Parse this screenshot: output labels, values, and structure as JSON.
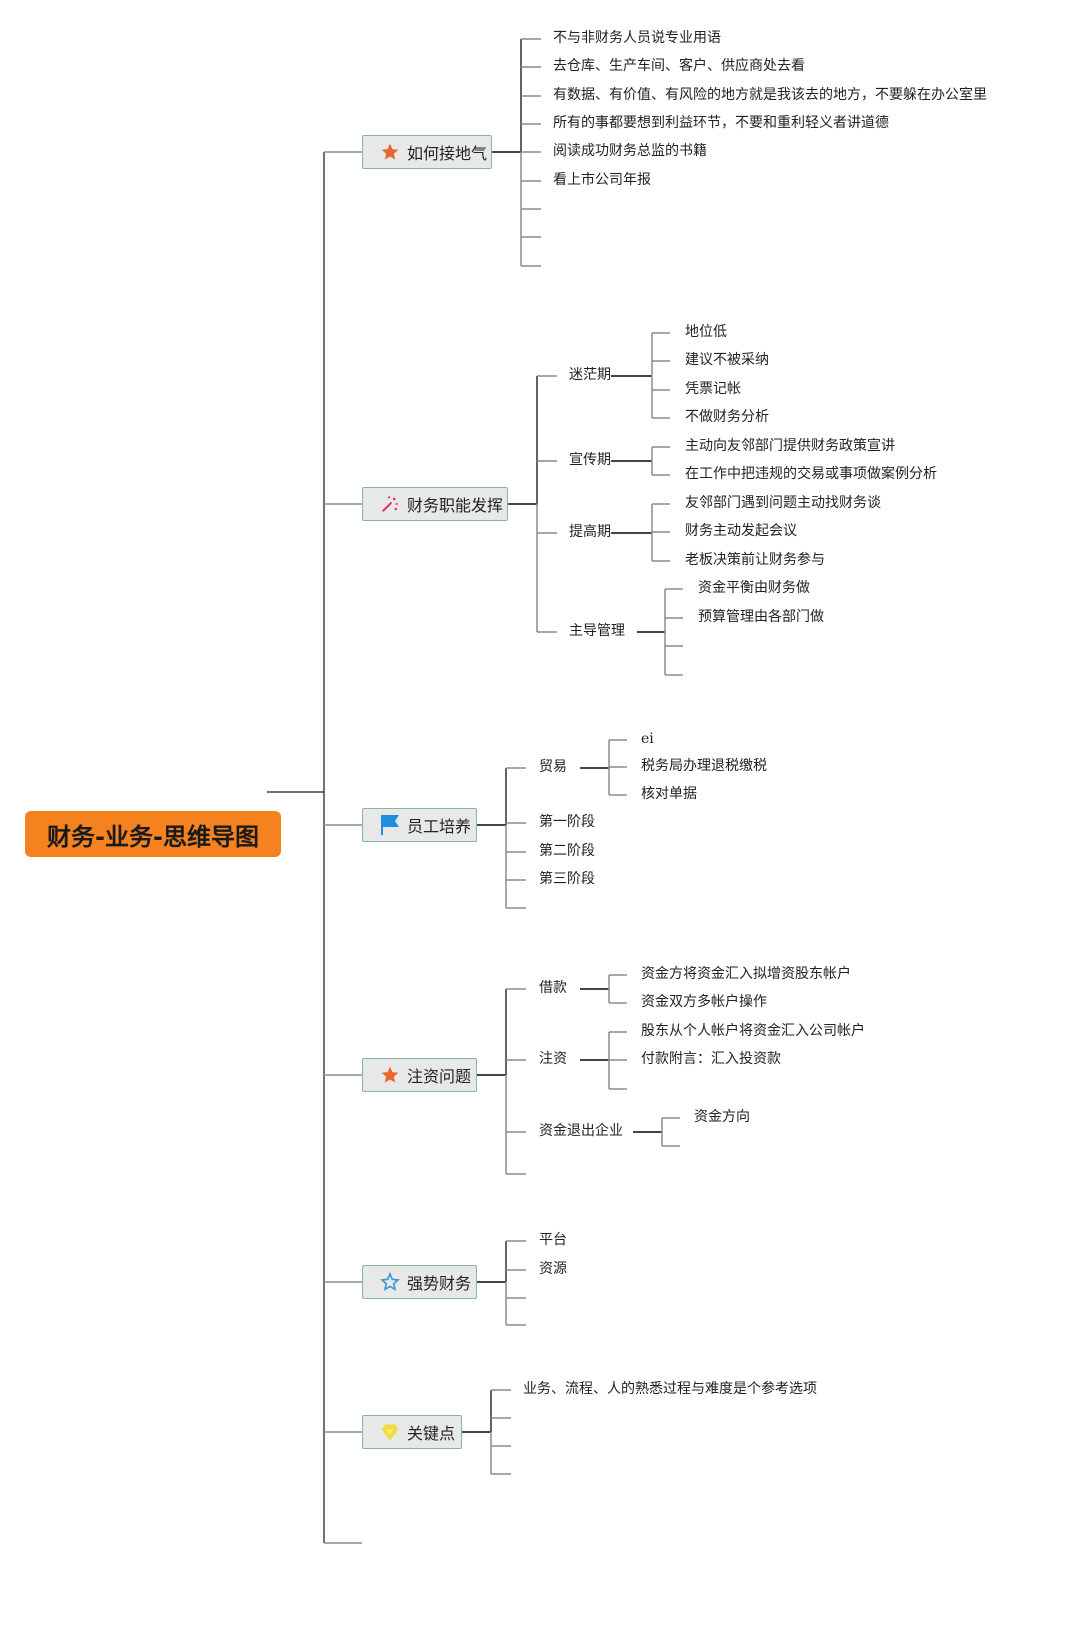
{
  "root": {
    "title": "财务-业务-思维导图",
    "color": "#f4821f"
  },
  "branches": [
    {
      "id": "b1",
      "label": "如何接地气",
      "icon": "star-orange-icon",
      "children": [
        {
          "label": "不与非财务人员说专业用语"
        },
        {
          "label": "去仓库、生产车间、客户、供应商处去看"
        },
        {
          "label": "有数据、有价值、有风险的地方就是我该去的地方，不要躲在办公室里"
        },
        {
          "label": "所有的事都要想到利益环节，不要和重利轻义者讲道德"
        },
        {
          "label": "阅读成功财务总监的书籍"
        },
        {
          "label": "看上市公司年报"
        },
        {
          "label": ""
        },
        {
          "label": ""
        },
        {
          "label": ""
        }
      ]
    },
    {
      "id": "b2",
      "label": "财务职能发挥",
      "icon": "magic-wand-icon",
      "children": [
        {
          "label": "迷茫期",
          "children": [
            {
              "label": "地位低"
            },
            {
              "label": "建议不被采纳"
            },
            {
              "label": "凭票记帐"
            },
            {
              "label": "不做财务分析"
            }
          ]
        },
        {
          "label": "宣传期",
          "children": [
            {
              "label": "主动向友邻部门提供财务政策宣讲"
            },
            {
              "label": "在工作中把违规的交易或事项做案例分析"
            }
          ]
        },
        {
          "label": "提高期",
          "children": [
            {
              "label": "友邻部门遇到问题主动找财务谈"
            },
            {
              "label": "财务主动发起会议"
            },
            {
              "label": "老板决策前让财务参与"
            }
          ]
        },
        {
          "label": "主导管理",
          "children": [
            {
              "label": "资金平衡由财务做"
            },
            {
              "label": "预算管理由各部门做"
            },
            {
              "label": ""
            },
            {
              "label": ""
            }
          ]
        }
      ]
    },
    {
      "id": "b3",
      "label": "员工培养",
      "icon": "flag-blue-icon",
      "children": [
        {
          "label": "贸易",
          "children": [
            {
              "label": "ei"
            },
            {
              "label": "税务局办理退税缴税"
            },
            {
              "label": "核对单据"
            }
          ]
        },
        {
          "label": "第一阶段"
        },
        {
          "label": "第二阶段"
        },
        {
          "label": "第三阶段"
        },
        {
          "label": ""
        }
      ]
    },
    {
      "id": "b4",
      "label": "注资问题",
      "icon": "star-orange-icon",
      "children": [
        {
          "label": "借款",
          "children": [
            {
              "label": "资金方将资金汇入拟增资股东帐户"
            },
            {
              "label": "资金双方多帐户操作"
            }
          ]
        },
        {
          "label": "注资",
          "children": [
            {
              "label": "股东从个人帐户将资金汇入公司帐户"
            },
            {
              "label": "付款附言：汇入投资款"
            },
            {
              "label": ""
            }
          ]
        },
        {
          "label": "资金退出企业",
          "children": [
            {
              "label": "资金方向"
            },
            {
              "label": ""
            }
          ]
        },
        {
          "label": ""
        }
      ]
    },
    {
      "id": "b5",
      "label": "强势财务",
      "icon": "star-outline-blue-icon",
      "children": [
        {
          "label": "平台"
        },
        {
          "label": "资源"
        },
        {
          "label": ""
        },
        {
          "label": ""
        }
      ]
    },
    {
      "id": "b6",
      "label": "关键点",
      "icon": "gem-yellow-icon",
      "children": [
        {
          "label": "业务、流程、人的熟悉过程与难度是个参考选项"
        },
        {
          "label": ""
        },
        {
          "label": ""
        },
        {
          "label": ""
        }
      ]
    }
  ],
  "trunk_end": {
    "label": ""
  },
  "colors": {
    "line_dark": "#444444",
    "line_light": "#8c8c8c",
    "topic_bg": "#e8e8e8",
    "topic_border": "#86b5a4",
    "star_orange": "#e8672f",
    "star_blue": "#3a9ad9",
    "flag_blue": "#1d8fe0",
    "gem_yellow": "#f0dc3c",
    "wand_pink": "#e0336a"
  }
}
